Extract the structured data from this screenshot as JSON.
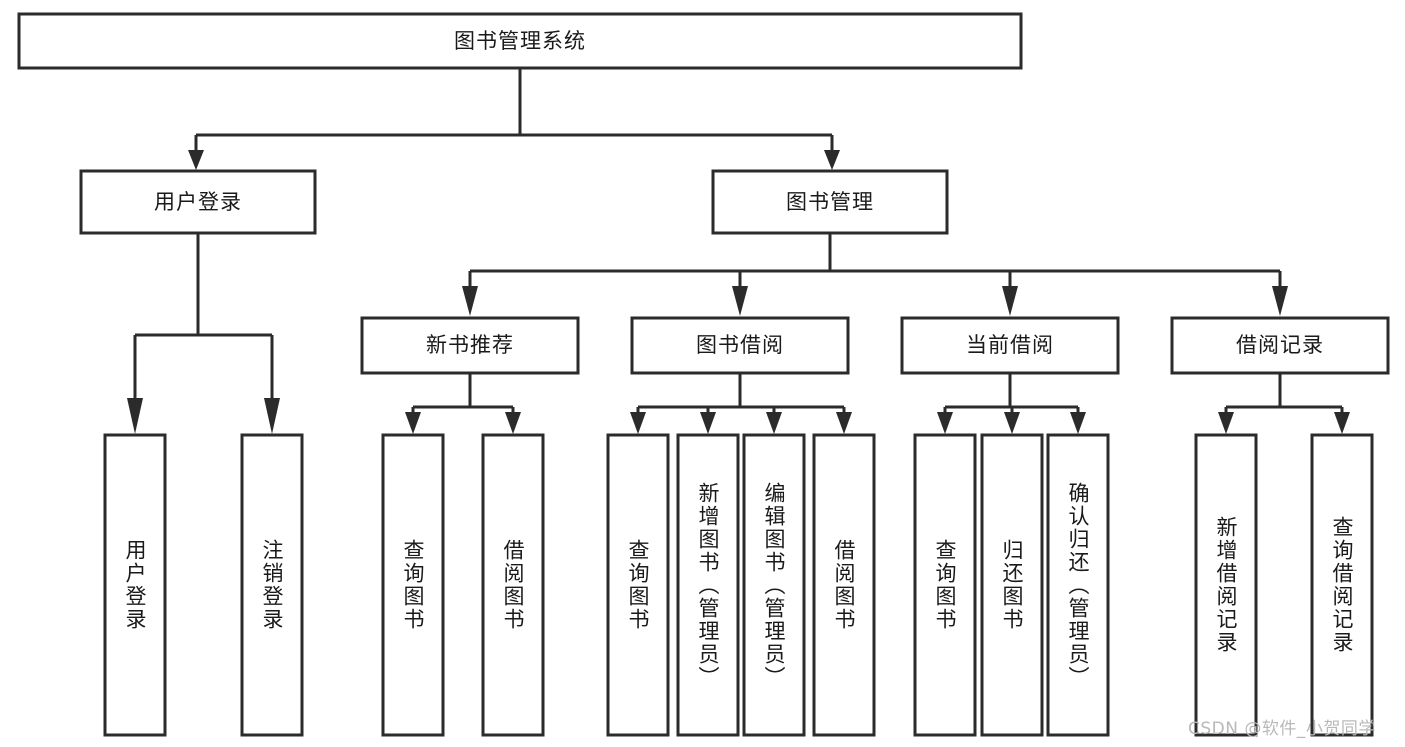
{
  "diagram": {
    "type": "tree-hierarchy",
    "title": "图书管理系统",
    "root": {
      "label": "图书管理系统"
    },
    "level2": [
      {
        "id": "user-login",
        "label": "用户登录"
      },
      {
        "id": "book-manage",
        "label": "图书管理"
      }
    ],
    "level3": [
      {
        "id": "new-book-recommend",
        "label": "新书推荐"
      },
      {
        "id": "book-borrow",
        "label": "图书借阅"
      },
      {
        "id": "current-borrow",
        "label": "当前借阅"
      },
      {
        "id": "borrow-record",
        "label": "借阅记录"
      }
    ],
    "leaves": {
      "user_login": [
        {
          "id": "leaf-user-login",
          "label": "用户登录"
        },
        {
          "id": "leaf-logout",
          "label": "注销登录"
        }
      ],
      "new_book_recommend": [
        {
          "id": "leaf-query-book-1",
          "label": "查询图书"
        },
        {
          "id": "leaf-borrow-book-1",
          "label": "借阅图书"
        }
      ],
      "book_borrow": [
        {
          "id": "leaf-query-book-2",
          "label": "查询图书"
        },
        {
          "id": "leaf-add-book",
          "label": "新增图书（管理员）"
        },
        {
          "id": "leaf-edit-book",
          "label": "编辑图书（管理员）"
        },
        {
          "id": "leaf-borrow-book-2",
          "label": "借阅图书"
        }
      ],
      "current_borrow": [
        {
          "id": "leaf-query-book-3",
          "label": "查询图书"
        },
        {
          "id": "leaf-return-book",
          "label": "归还图书"
        },
        {
          "id": "leaf-confirm-return",
          "label": "确认归还（管理员）"
        }
      ],
      "borrow_record": [
        {
          "id": "leaf-add-record",
          "label": "新增借阅记录"
        },
        {
          "id": "leaf-query-record",
          "label": "查询借阅记录"
        }
      ]
    }
  },
  "watermark": {
    "text": "CSDN @软件_小贺同学"
  },
  "colors": {
    "stroke": "#2b2b2b",
    "fill": "#ffffff",
    "text": "#1a1a1a",
    "watermark": "#b9b9b9"
  }
}
